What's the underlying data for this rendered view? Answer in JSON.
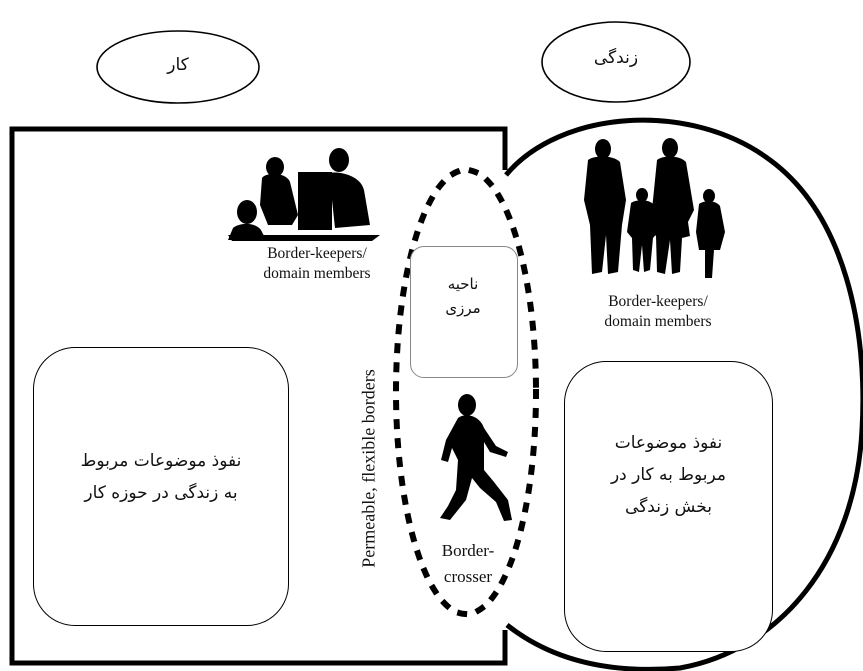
{
  "labels": {
    "work_title": "کار",
    "life_title": "زندگی",
    "work_keepers": "Border-keepers/\ndomain members",
    "life_keepers": "Border-keepers/\ndomain members",
    "border_zone": "ناحیه\nمرزی",
    "permeable": "Permeable, flexible borders",
    "crosser": "Border-\ncrosser",
    "work_box": "نفوذ موضوعات مربوط\nبه زندگی در حوزه کار",
    "life_box": "نفوذ موضوعات\nمربوط به کار در\nبخش زندگی"
  },
  "icons": {
    "work_people": "office-people-icon",
    "family": "family-silhouette-icon",
    "walker": "walking-person-icon"
  }
}
